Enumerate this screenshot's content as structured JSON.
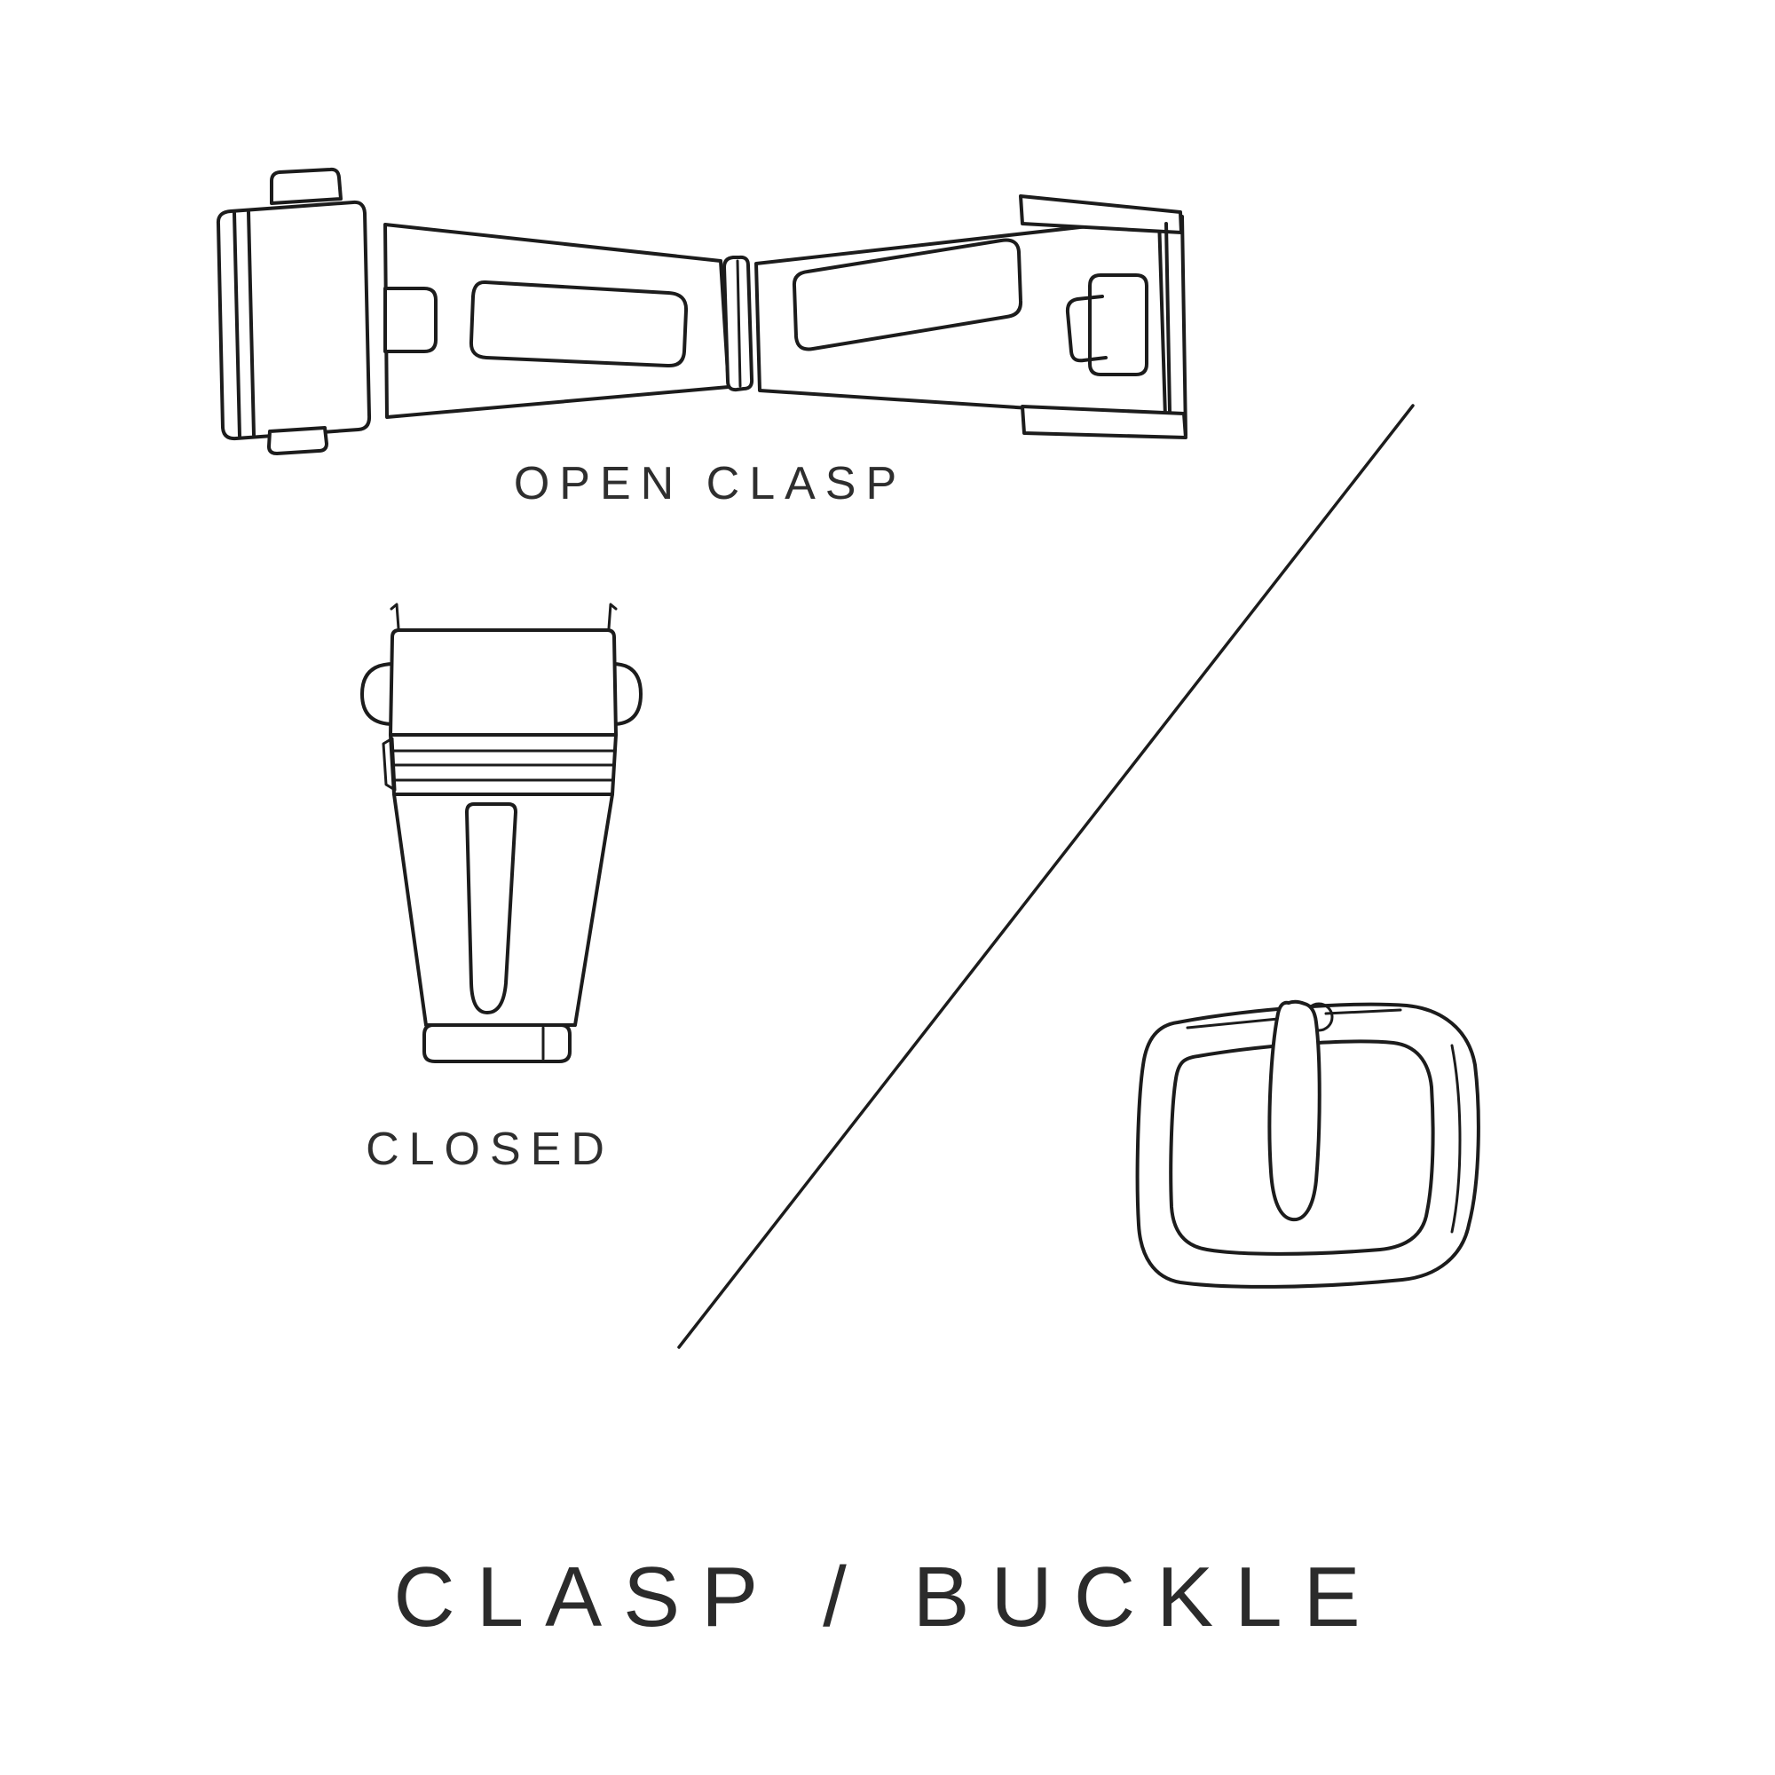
{
  "page": {
    "background": "#ffffff",
    "ink_color": "#1c1c1c",
    "text_color": "#2e2e2e"
  },
  "labels": {
    "open_clasp": "OPEN CLASP",
    "closed": "CLOSED",
    "title": "CLASP / BUCKLE"
  },
  "illustrations": [
    {
      "name": "open-clasp-illustration",
      "caption": "OPEN CLASP"
    },
    {
      "name": "closed-clasp-illustration",
      "caption": "CLOSED"
    },
    {
      "name": "tang-buckle-illustration",
      "caption": ""
    }
  ]
}
